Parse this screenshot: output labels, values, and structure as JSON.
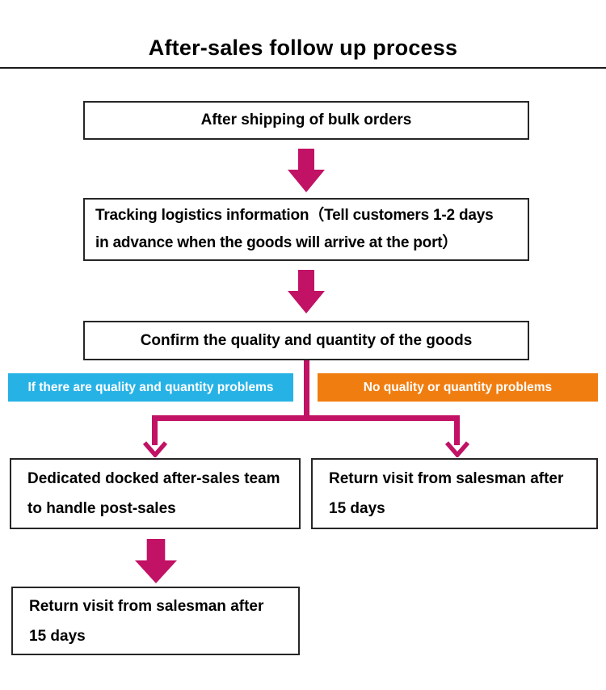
{
  "title": "After-sales follow up process",
  "flow": {
    "step_shipping": {
      "label": "After shipping of bulk orders"
    },
    "step_tracking": {
      "label": "Tracking logistics information（Tell customers 1-2 days in advance when the goods will arrive at the port）",
      "lines": [
        "Tracking logistics information（Tell customers 1-2 days",
        "in advance when the goods will arrive at the port）"
      ]
    },
    "step_confirm": {
      "label": "Confirm the quality and quantity of the goods"
    },
    "branch_problems": {
      "label": "If there are quality and quantity problems"
    },
    "branch_no_problems": {
      "label": "No quality or quantity problems"
    },
    "step_aftersales_team": {
      "label": "Dedicated docked after-sales team to handle post-sales",
      "lines": [
        "Dedicated docked after-sales team",
        "to handle post-sales"
      ]
    },
    "step_return_visit": {
      "label": "Return visit from salesman after 15 days",
      "lines": [
        "Return visit from salesman after",
        "15 days"
      ]
    },
    "step_return_visit_final": {
      "label": "Return visit from salesman after 15 days",
      "lines": [
        "Return visit from salesman after",
        "15 days"
      ]
    }
  },
  "colors": {
    "arrow": "#C11265",
    "branch_problems_bg": "#27B2E6",
    "branch_no_problems_bg": "#F07D10",
    "box_border": "#262626",
    "title_text": "#000000",
    "branch_label_text": "#FFFFFF",
    "background": "#FFFFFF"
  }
}
